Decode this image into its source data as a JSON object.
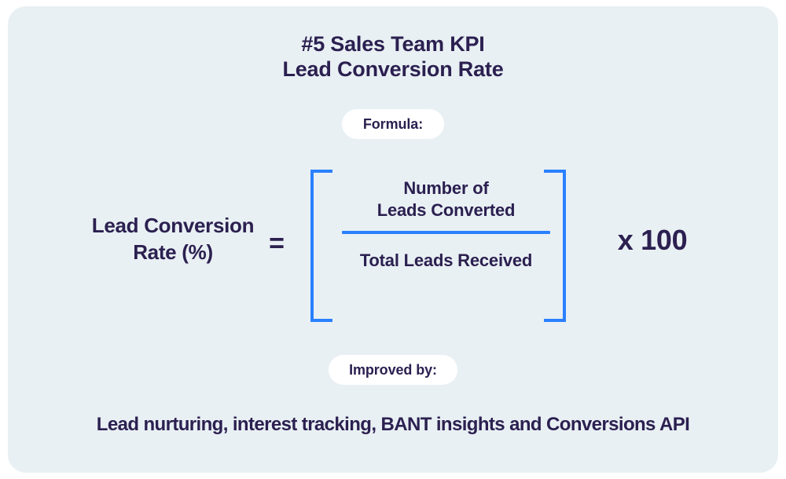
{
  "card": {
    "background_color": "#e9f0f4",
    "accent_color": "#2a80ff",
    "text_color": "#2b2050",
    "pill_color": "#ffffff"
  },
  "title": {
    "line1": "#5 Sales Team KPI",
    "line2": "Lead Conversion Rate"
  },
  "formula_pill": {
    "label": "Formula:"
  },
  "formula": {
    "lhs_line1": "Lead Conversion",
    "lhs_line2": "Rate (%)",
    "equals": "=",
    "numerator_line1": "Number of",
    "numerator_line2": "Leads Converted",
    "denominator": "Total Leads Received",
    "multiplier": "x 100"
  },
  "improved_pill": {
    "label": "Improved by:"
  },
  "footer": {
    "caption": "Lead nurturing, interest tracking, BANT insights and Conversions API"
  }
}
